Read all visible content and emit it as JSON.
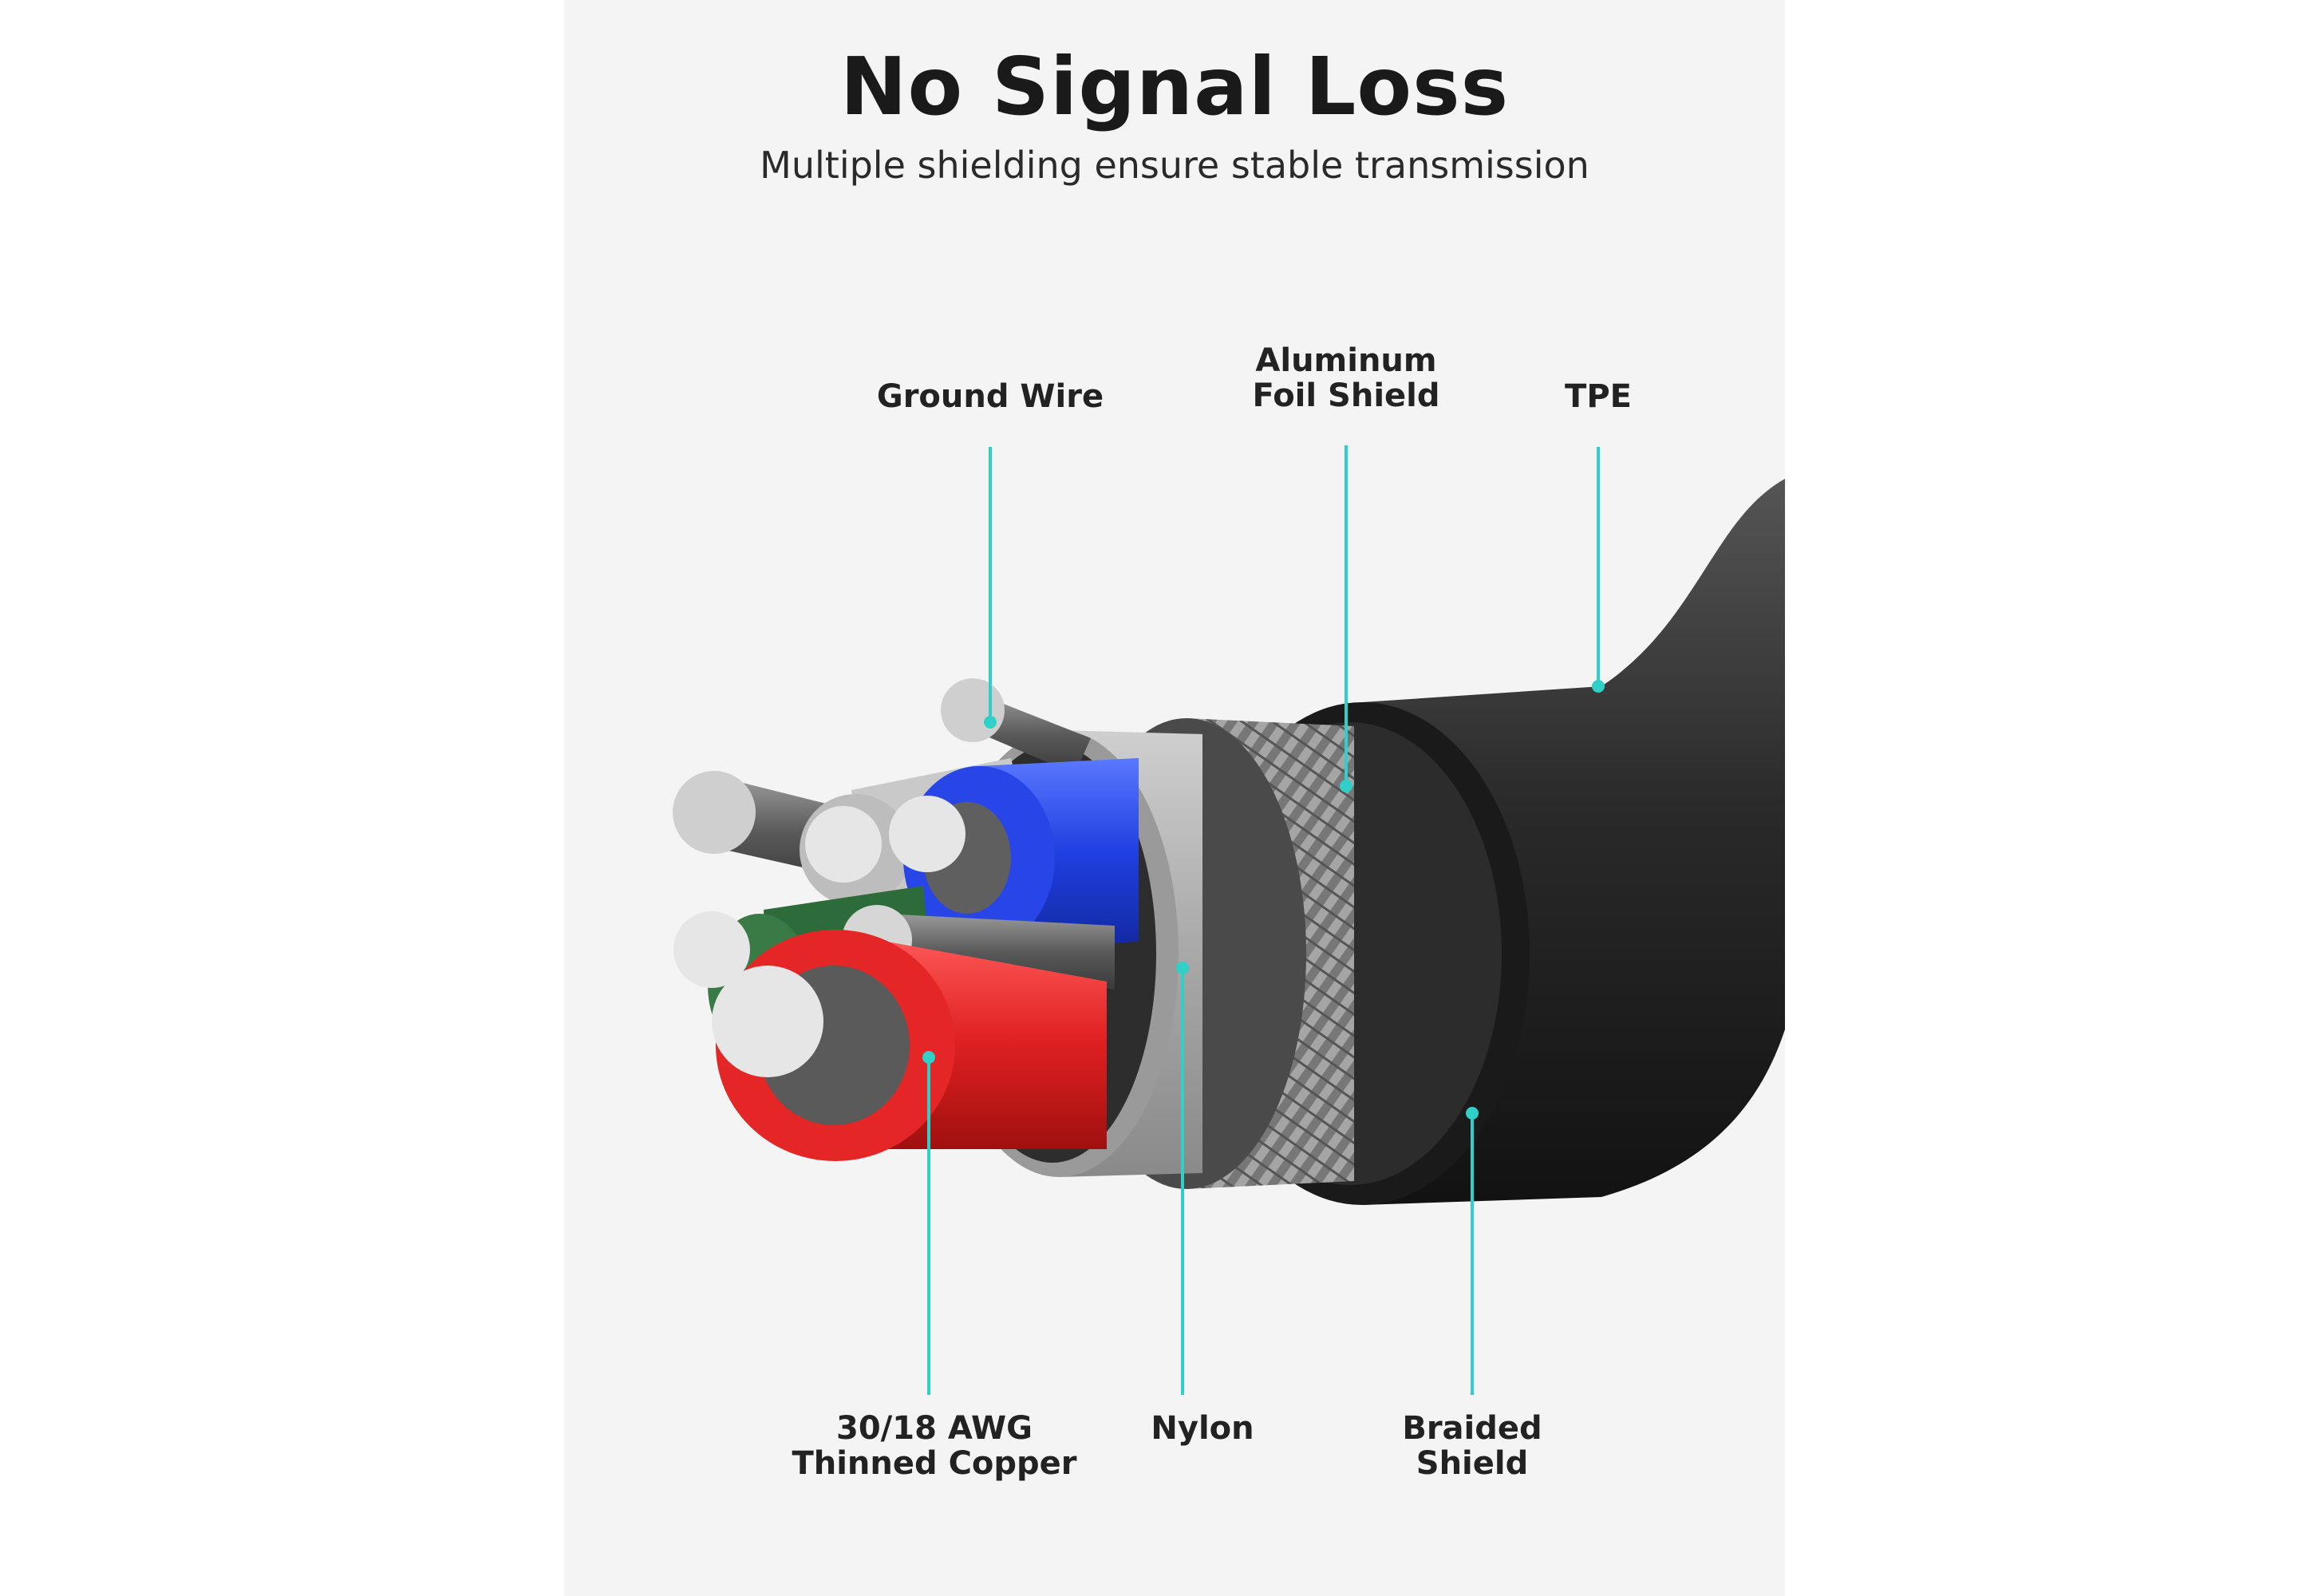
{
  "header": {
    "title": "No Signal Loss",
    "subtitle": "Multiple shielding ensure stable transmission"
  },
  "labels": {
    "ground_wire": "Ground Wire",
    "aluminum_foil_shield": "Aluminum\nFoil Shield",
    "tpe": "TPE",
    "copper": "30/18 AWG\nThinned Copper",
    "nylon": "Nylon",
    "braided_shield": "Braided\nShield"
  },
  "colors": {
    "background": "#f4f4f4",
    "accent_line": "#2fd0c8",
    "jacket": "#2b2b2b",
    "foil": "#b8b8b8",
    "blue_wire": "#1f3fe0",
    "red_wire": "#e02020",
    "green_wire": "#2e6b3a",
    "white_wire": "#d8d8d8",
    "strand": "#e8e8e8"
  }
}
